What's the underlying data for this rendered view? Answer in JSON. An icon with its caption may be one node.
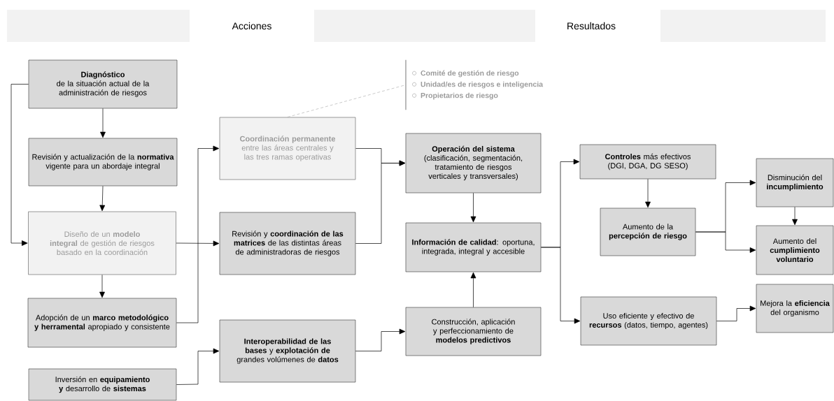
{
  "diagram": {
    "nodes": [
      {
        "text": [
          "Diagnóstico",
          "de la situación actual de la administración de riesgos"
        ]
      },
      {
        "text": [
          "Revisión y actualización de la **normativa** vigente para un abordaje integral"
        ]
      },
      {
        "text": [
          "Diseño de un **modelo integral** de gestión de riesgos basado en la coordinación"
        ]
      },
      {
        "text": [
          "Adopción de un **marco metodológico y herramental** apropiado y consistente"
        ]
      },
      {
        "text": [
          "Inversión en **equipamiento y** desarrollo de **sistemas**"
        ]
      },
      {
        "text": [
          "**Coordinación permanente** entre las áreas centrales y las tres ramas operativas"
        ]
      },
      {
        "text": [
          "Revisión y **coordinación de las matrices** de las distintas áreas de administradoras de riesgos"
        ]
      },
      {
        "text": [
          "**Interoperabilidad de las bases** y **explotación de** grandes volúmenes de **datos**"
        ]
      },
      {
        "text": [
          "Comité de gestión de riesgo",
          "Unidad/es de riesgos e inteligencia",
          "Propietarios de riesgo"
        ]
      },
      {
        "text": [
          "Operación del sistema",
          "(clasificación, segmentación, tratamiento de riesgos verticales y transversales)"
        ]
      },
      {
        "text": [
          "**Información de calidad**: oportuna, integrada, integral y accesible"
        ]
      },
      {
        "text": [
          "Construcción, aplicación y perfeccionamiento de **modelos predictivos**"
        ]
      },
      {
        "text": [
          "**Controles** más efectivos (DGI, DGA, DG SESO)"
        ]
      },
      {
        "text": [
          "Aumento de la **percepción de riesgo**"
        ]
      },
      {
        "text": [
          "Uso eficiente y efectivo de **recursos** (datos, tiempo, agentes)"
        ]
      },
      {
        "text": [
          "Disminución del **incumplimiento**"
        ]
      },
      {
        "text": [
          "Aumento del **cumplimiento voluntario**"
        ]
      },
      {
        "text": [
          "Mejora la **eficiencia** del organismo"
        ]
      }
    ],
    "edges": [
      {
        "from": 0,
        "to": 1,
        "arrow": "to"
      },
      {
        "from": 0,
        "to": 2,
        "arrow": "to"
      },
      {
        "from": 1,
        "to": 2,
        "arrow": "to"
      },
      {
        "from": 2,
        "to": 3,
        "arrow": "to"
      },
      {
        "from": 2,
        "to": 6,
        "arrow": "to"
      },
      {
        "from": 3,
        "to": 5,
        "arrow": "to"
      },
      {
        "from": 4,
        "to": 7,
        "arrow": "to"
      },
      {
        "from": 5,
        "to": 8,
        "arrow": "none",
        "style": "dashed",
        "color": "#a6a6a6"
      },
      {
        "from": 5,
        "to": 9,
        "arrow": "to"
      },
      {
        "from": 6,
        "to": 9,
        "arrow": "to"
      },
      {
        "from": 7,
        "to": 11,
        "arrow": "to"
      },
      {
        "from": 11,
        "to": 10,
        "arrow": "to"
      },
      {
        "from": 9,
        "to": 10,
        "arrow": "to"
      },
      {
        "from": 10,
        "to": 12,
        "arrow": "to"
      },
      {
        "from": 10,
        "to": 14,
        "arrow": "to"
      },
      {
        "from": 12,
        "to": 13,
        "arrow": "to"
      },
      {
        "from": 13,
        "to": 15,
        "arrow": "to"
      },
      {
        "from": 13,
        "to": 16,
        "arrow": "to"
      },
      {
        "from": 15,
        "to": 16,
        "arrow": "to"
      },
      {
        "from": 14,
        "to": 17,
        "arrow": "to"
      }
    ],
    "labels": [
      "Acciones",
      "Resultados"
    ]
  }
}
